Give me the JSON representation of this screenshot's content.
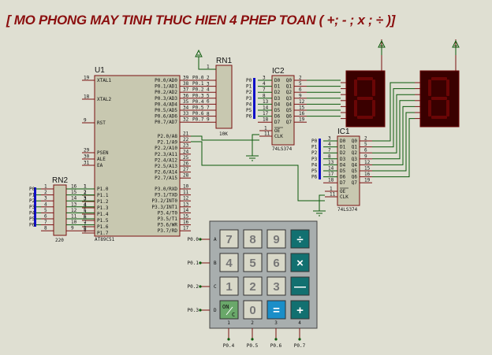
{
  "title": "[  MO PHONG MAY TINH THUC HIEN 4 PHEP TOAN ( +; - ; x ; ÷ )]",
  "colors": {
    "background": "#dfdfd2",
    "component_body": "#c8c8b0",
    "component_border": "#7a1010",
    "wire": "#0b5a0b",
    "pin": "#7a1010",
    "bus": "#1010c8",
    "title": "#8b0f0f",
    "display_body": "#3a0000",
    "display_segment": "#6a0606",
    "keypad_body": "#a8aeae",
    "key_digit": "#d8d8c8",
    "key_op": "#127070",
    "key_equal": "#1b8ec8",
    "key_on": "#6aa86a"
  },
  "u1": {
    "ref": "U1",
    "part": "AT89C51",
    "left_pins": [
      {
        "num": "19",
        "name": "XTAL1"
      },
      {
        "num": "18",
        "name": "XTAL2"
      },
      {
        "num": "9",
        "name": "RST"
      },
      {
        "num": "29",
        "name": "PSEN"
      },
      {
        "num": "30",
        "name": "ALE"
      },
      {
        "num": "31",
        "name": "EA"
      },
      {
        "num": "1",
        "name": "P1.0"
      },
      {
        "num": "2",
        "name": "P1.1"
      },
      {
        "num": "3",
        "name": "P1.2"
      },
      {
        "num": "4",
        "name": "P1.3"
      },
      {
        "num": "5",
        "name": "P1.4"
      },
      {
        "num": "6",
        "name": "P1.5"
      },
      {
        "num": "7",
        "name": "P1.6"
      },
      {
        "num": "8",
        "name": "P1.7"
      }
    ],
    "right_pins": [
      {
        "num": "39",
        "name": "P0.0/AD0",
        "net": "P0.0"
      },
      {
        "num": "38",
        "name": "P0.1/AD1",
        "net": "P0.1"
      },
      {
        "num": "37",
        "name": "P0.2/AD2",
        "net": "P0.2"
      },
      {
        "num": "36",
        "name": "P0.3/AD3",
        "net": "P0.3"
      },
      {
        "num": "35",
        "name": "P0.4/AD4",
        "net": "P0.4"
      },
      {
        "num": "34",
        "name": "P0.5/AD5",
        "net": "P0.5"
      },
      {
        "num": "33",
        "name": "P0.6/AD6",
        "net": "P0.6"
      },
      {
        "num": "32",
        "name": "P0.7/AD7",
        "net": "P0.7"
      },
      {
        "num": "21",
        "name": "P2.0/A8"
      },
      {
        "num": "22",
        "name": "P2.1/A9"
      },
      {
        "num": "23",
        "name": "P2.2/A10"
      },
      {
        "num": "24",
        "name": "P2.3/A11"
      },
      {
        "num": "25",
        "name": "P2.4/A12"
      },
      {
        "num": "26",
        "name": "P2.5/A13"
      },
      {
        "num": "27",
        "name": "P2.6/A14"
      },
      {
        "num": "28",
        "name": "P2.7/A15"
      },
      {
        "num": "10",
        "name": "P3.0/RXD"
      },
      {
        "num": "11",
        "name": "P3.1/TXD"
      },
      {
        "num": "12",
        "name": "P3.2/INT0"
      },
      {
        "num": "13",
        "name": "P3.3/INT1"
      },
      {
        "num": "14",
        "name": "P3.4/T0"
      },
      {
        "num": "15",
        "name": "P3.5/T1"
      },
      {
        "num": "16",
        "name": "P3.6/WR"
      },
      {
        "num": "17",
        "name": "P3.7/RD"
      }
    ]
  },
  "rn1": {
    "ref": "RN1",
    "value": "10K",
    "pins": [
      "1",
      "2",
      "3",
      "4",
      "5",
      "6",
      "7",
      "8",
      "9"
    ]
  },
  "rn2": {
    "ref": "RN2",
    "value": "220",
    "left_pins": [
      "1",
      "2",
      "3",
      "4",
      "5",
      "6",
      "7",
      "8"
    ],
    "right_inner": [
      "16",
      "15",
      "14",
      "13",
      "12",
      "11",
      "10",
      "9"
    ],
    "right_outer": [
      "1",
      "2",
      "3",
      "4",
      "5",
      "6",
      "7",
      "8"
    ],
    "bus_labels": [
      "P0",
      "P1",
      "P2",
      "P3",
      "P4",
      "P5",
      "P6"
    ]
  },
  "ic2": {
    "ref": "IC2",
    "part": "74LS374",
    "in_pins": [
      {
        "num": "3",
        "name": "D0",
        "bus": "P0"
      },
      {
        "num": "4",
        "name": "D1",
        "bus": "P1"
      },
      {
        "num": "7",
        "name": "D2",
        "bus": "P2"
      },
      {
        "num": "8",
        "name": "D3",
        "bus": "P3"
      },
      {
        "num": "13",
        "name": "D4",
        "bus": "P4"
      },
      {
        "num": "14",
        "name": "D5",
        "bus": "P5"
      },
      {
        "num": "17",
        "name": "D6",
        "bus": "P6"
      },
      {
        "num": "18",
        "name": "D7",
        "bus": ""
      }
    ],
    "out_pins": [
      {
        "num": "2",
        "name": "Q0"
      },
      {
        "num": "5",
        "name": "Q1"
      },
      {
        "num": "6",
        "name": "Q2"
      },
      {
        "num": "9",
        "name": "Q3"
      },
      {
        "num": "12",
        "name": "Q4"
      },
      {
        "num": "15",
        "name": "Q5"
      },
      {
        "num": "16",
        "name": "Q6"
      },
      {
        "num": "19",
        "name": "Q7"
      }
    ],
    "oe": {
      "num": "1",
      "name": "OE"
    },
    "clk": {
      "num": "11",
      "name": "CLK"
    }
  },
  "ic1": {
    "ref": "IC1",
    "part": "74LS374",
    "in_pins": [
      {
        "num": "3",
        "name": "D0",
        "bus": "P0"
      },
      {
        "num": "4",
        "name": "D1",
        "bus": "P1"
      },
      {
        "num": "7",
        "name": "D2",
        "bus": "P2"
      },
      {
        "num": "8",
        "name": "D3",
        "bus": "P3"
      },
      {
        "num": "13",
        "name": "D4",
        "bus": "P4"
      },
      {
        "num": "14",
        "name": "D5",
        "bus": "P5"
      },
      {
        "num": "17",
        "name": "D6",
        "bus": "P6"
      },
      {
        "num": "18",
        "name": "D7",
        "bus": ""
      }
    ],
    "out_pins": [
      {
        "num": "2",
        "name": "Q0"
      },
      {
        "num": "5",
        "name": "Q1"
      },
      {
        "num": "6",
        "name": "Q2"
      },
      {
        "num": "9",
        "name": "Q3"
      },
      {
        "num": "12",
        "name": "Q4"
      },
      {
        "num": "15",
        "name": "Q5"
      },
      {
        "num": "16",
        "name": "Q6"
      },
      {
        "num": "19",
        "name": "Q7"
      }
    ],
    "oe": {
      "num": "1",
      "name": "OE"
    },
    "clk": {
      "num": "11",
      "name": "CLK"
    }
  },
  "displays": [
    {
      "name": "seven-segment-display-left",
      "digit": "8"
    },
    {
      "name": "seven-segment-display-right",
      "digit": "8"
    }
  ],
  "keypad": {
    "rows": [
      "A",
      "B",
      "C",
      "D"
    ],
    "cols": [
      "1",
      "2",
      "3",
      "4"
    ],
    "row_nets": [
      "P0.0",
      "P0.1",
      "P0.2",
      "P0.3"
    ],
    "col_nets": [
      "P0.4",
      "P0.5",
      "P0.6",
      "P0.7"
    ],
    "keys": [
      [
        {
          "label": "7",
          "type": "digit"
        },
        {
          "label": "8",
          "type": "digit"
        },
        {
          "label": "9",
          "type": "digit"
        },
        {
          "label": "÷",
          "type": "op",
          "op": "divide"
        }
      ],
      [
        {
          "label": "4",
          "type": "digit"
        },
        {
          "label": "5",
          "type": "digit"
        },
        {
          "label": "6",
          "type": "digit"
        },
        {
          "label": "×",
          "type": "op",
          "op": "multiply"
        }
      ],
      [
        {
          "label": "1",
          "type": "digit"
        },
        {
          "label": "2",
          "type": "digit"
        },
        {
          "label": "3",
          "type": "digit"
        },
        {
          "label": "—",
          "type": "op",
          "op": "minus"
        }
      ],
      [
        {
          "label": "ON/C",
          "type": "on",
          "op": "clear"
        },
        {
          "label": "0",
          "type": "digit"
        },
        {
          "label": "=",
          "type": "equal",
          "op": "equals"
        },
        {
          "label": "+",
          "type": "op",
          "op": "plus"
        }
      ]
    ]
  }
}
